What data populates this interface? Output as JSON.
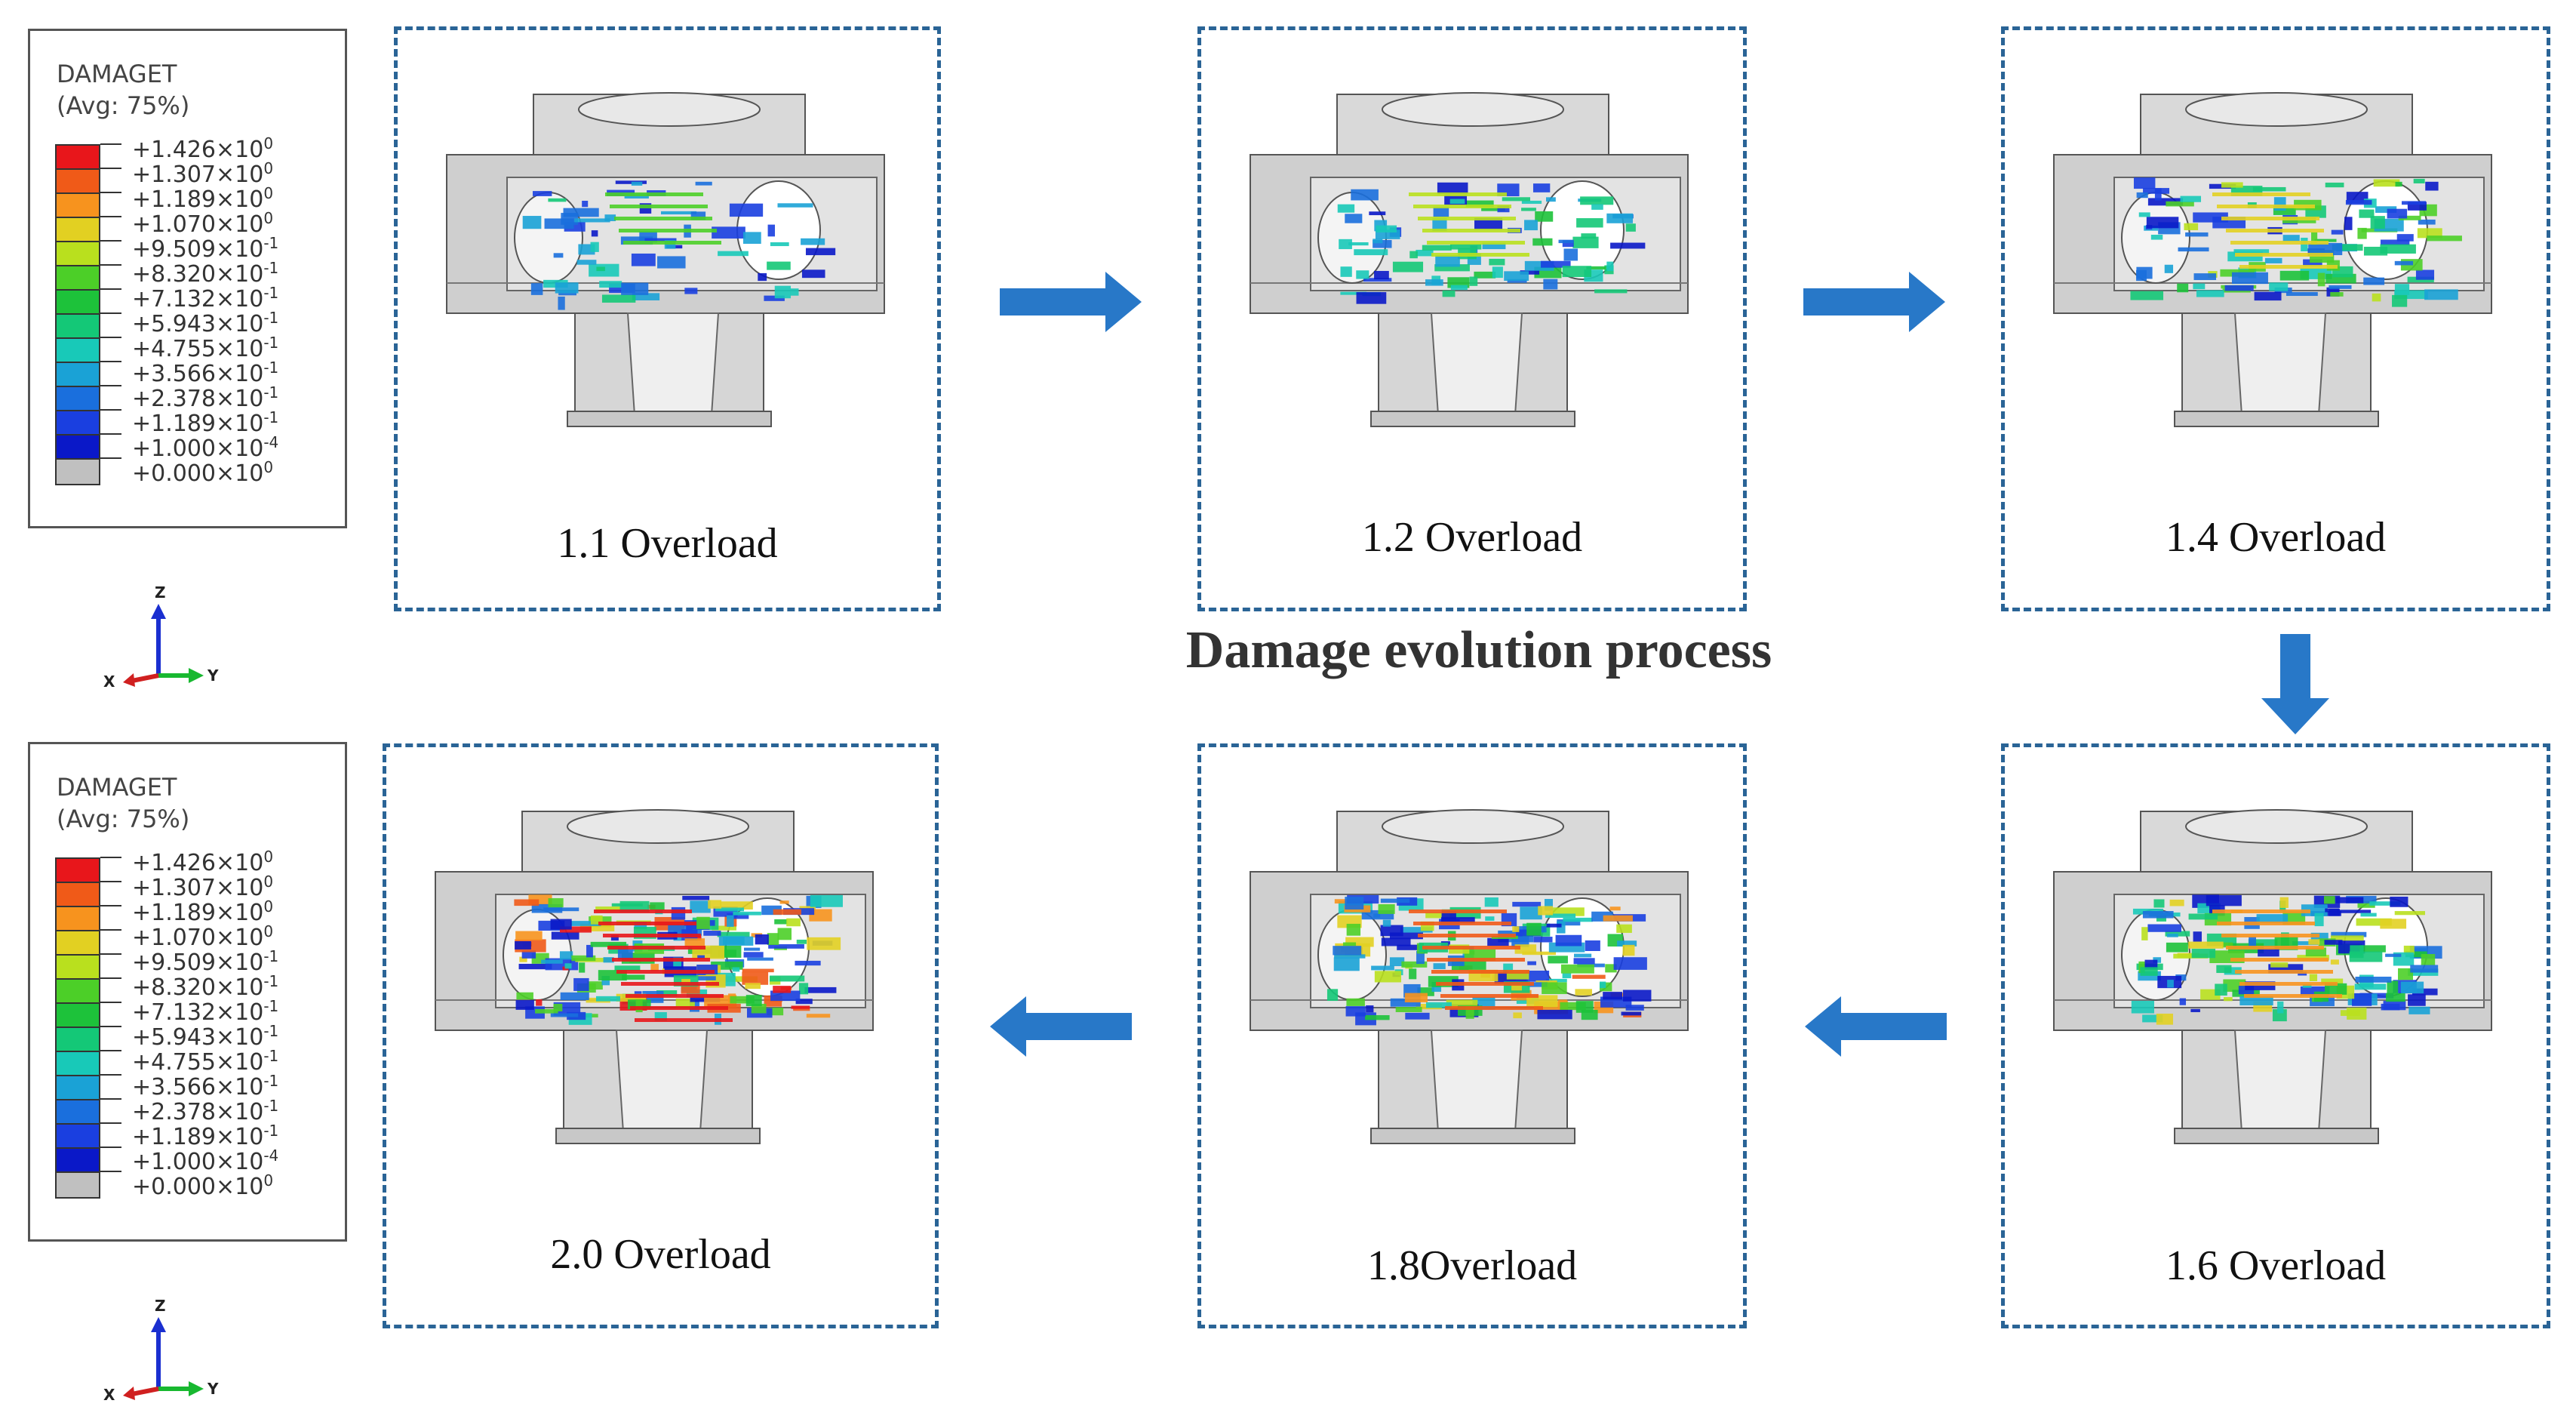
{
  "title": "Damage evolution process",
  "legend": {
    "line1": "DAMAGET",
    "line2": "(Avg: 75%)",
    "colors": [
      "#e8161b",
      "#f05a18",
      "#f7931e",
      "#e2d022",
      "#b9e01e",
      "#4ccf28",
      "#1dc23a",
      "#14c877",
      "#18c9b8",
      "#1aa2d6",
      "#1a6fdd",
      "#1a3fe0",
      "#0a18c8",
      "#c0c0c0"
    ],
    "labels": [
      {
        "mant": "+1.426×10",
        "exp": "0"
      },
      {
        "mant": "+1.307×10",
        "exp": "0"
      },
      {
        "mant": "+1.189×10",
        "exp": "0"
      },
      {
        "mant": "+1.070×10",
        "exp": "0"
      },
      {
        "mant": "+9.509×10",
        "exp": "-1"
      },
      {
        "mant": "+8.320×10",
        "exp": "-1"
      },
      {
        "mant": "+7.132×10",
        "exp": "-1"
      },
      {
        "mant": "+5.943×10",
        "exp": "-1"
      },
      {
        "mant": "+4.755×10",
        "exp": "-1"
      },
      {
        "mant": "+3.566×10",
        "exp": "-1"
      },
      {
        "mant": "+2.378×10",
        "exp": "-1"
      },
      {
        "mant": "+1.189×10",
        "exp": "-1"
      },
      {
        "mant": "+1.000×10",
        "exp": "-4"
      },
      {
        "mant": "+0.000×10",
        "exp": "0"
      }
    ]
  },
  "axes": {
    "z": "Z",
    "x": "X",
    "y": "Y"
  },
  "frames": [
    {
      "caption": "1.1 Overload"
    },
    {
      "caption": "1.2 Overload"
    },
    {
      "caption": "1.4 Overload"
    },
    {
      "caption": "1.6 Overload"
    },
    {
      "caption": "1.8Overload"
    },
    {
      "caption": "2.0  Overload"
    }
  ],
  "colors": {
    "frame_border": "#2a6496",
    "arrow": "#2878c8"
  }
}
